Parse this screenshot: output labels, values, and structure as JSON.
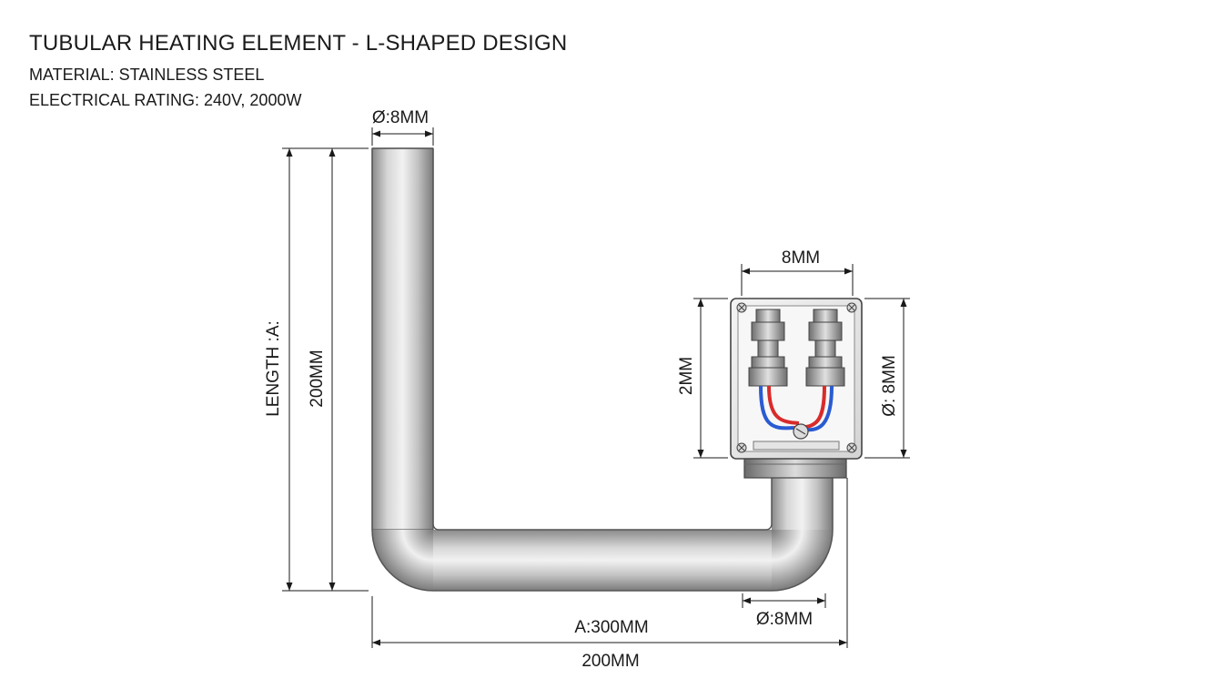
{
  "header": {
    "title": "TUBULAR HEATING ELEMENT - L-SHAPED DESIGN",
    "material": "MATERIAL: STAINLESS STEEL",
    "rating": "ELECTRICAL RATING: 240V, 2000W"
  },
  "dimensions": {
    "top_diameter": "Ø:8MM",
    "length_label": "LENGTH :A:",
    "vertical_length": "200MM",
    "box_width": "8MM",
    "box_height": "2MM",
    "box_diameter": "Ø: 8MM",
    "bottom_diameter": "Ø:8MM",
    "horizontal_a": "A:300MM",
    "horizontal_overall": "200MM"
  },
  "colors": {
    "wire_hot": "#d92b2b",
    "wire_neutral": "#2a5bd1",
    "tube_mid": "#c4c4c4"
  }
}
